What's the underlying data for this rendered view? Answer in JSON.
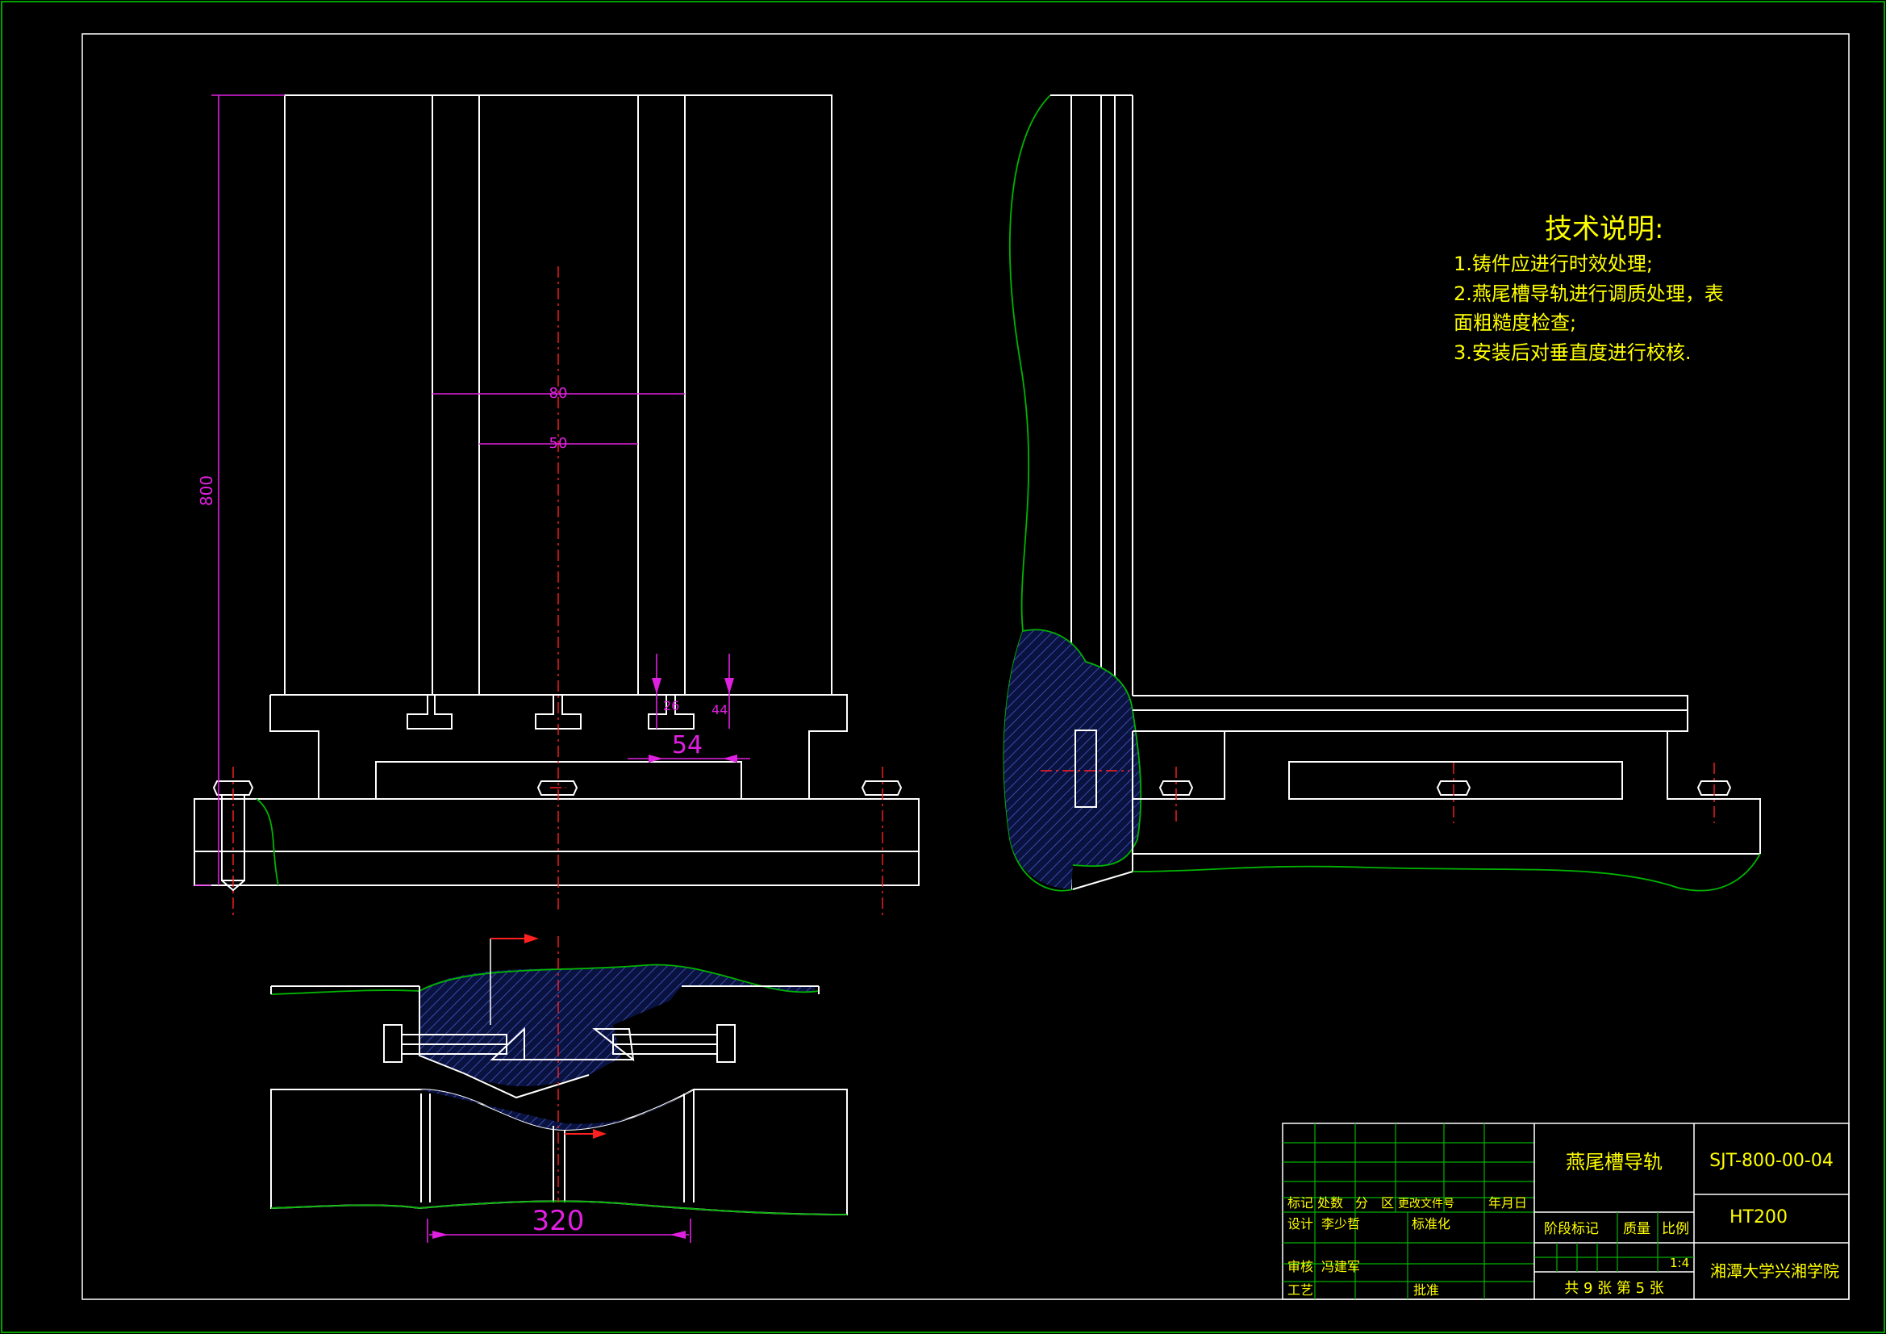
{
  "notes": {
    "title": "技术说明:",
    "lines": [
      "1.铸件应进行时效处理;",
      "2.燕尾槽导轨进行调质处理，表",
      "面粗糙度检查;",
      "3.安装后对垂直度进行校核."
    ]
  },
  "dimensions": {
    "height": "800",
    "width_outer": "80",
    "width_inner": "50",
    "slot_depth": "26",
    "slot_height": "44",
    "slot_width": "54",
    "section_width": "320"
  },
  "title_block": {
    "part_name": "燕尾槽导轨",
    "drawing_no": "SJT-800-00-04",
    "material": "HT200",
    "scale": "1:4",
    "sheets": "共 9 张  第 5 张",
    "school": "湘潭大学兴湘学院",
    "rev_header": [
      "标记",
      "处数",
      "分",
      "区",
      "更改文件号",
      "年月日"
    ],
    "design_label": "设计",
    "designer": "李少哲",
    "standard_label": "标准化",
    "review_label": "审核",
    "reviewer": "冯建军",
    "process_label": "工艺",
    "approve_label": "批准",
    "stage_label": "阶段标记",
    "mass_label": "质量",
    "scale_label": "比例"
  },
  "colors": {
    "background": "#000000",
    "outline": "#ffffff",
    "frame": "#00b400",
    "dimension": "#e020e0",
    "centerline": "#ff2020",
    "text": "#ffff00",
    "hatch": "#3a4aa8"
  }
}
